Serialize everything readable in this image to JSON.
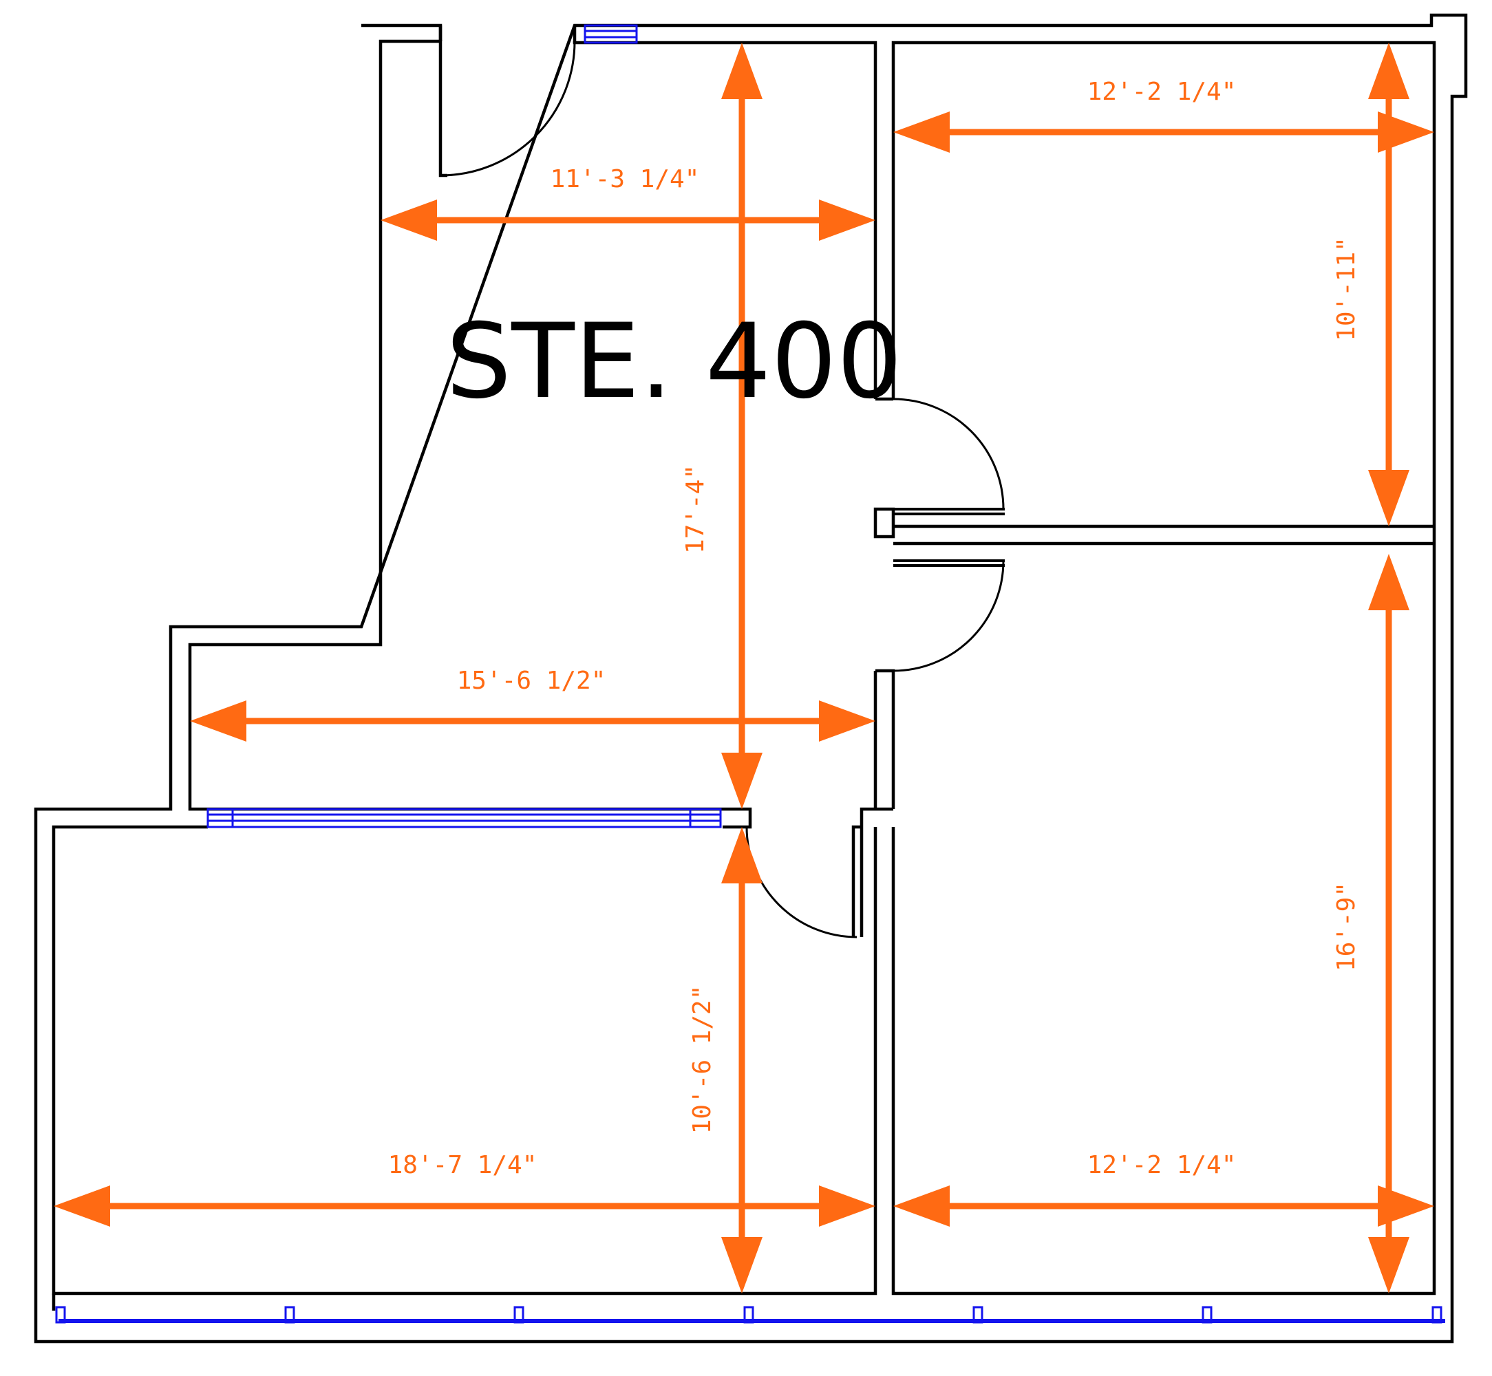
{
  "suite_label": "STE. 400",
  "dimensions": {
    "upper_room_width": "11'-3 1/4\"",
    "main_room_depth": "17'-4\"",
    "lower_main_width": "15'-6 1/2\"",
    "office_ne_width": "12'-2 1/4\"",
    "office_ne_depth": "10'-11\"",
    "office_se_depth": "16'-9\"",
    "office_se_width": "12'-2 1/4\"",
    "office_sw_width": "18'-7 1/4\"",
    "office_sw_depth": "10'-6 1/2\""
  },
  "colors": {
    "walls": "#000000",
    "dimensions": "#ff6a13",
    "windows": "#1414ee"
  }
}
